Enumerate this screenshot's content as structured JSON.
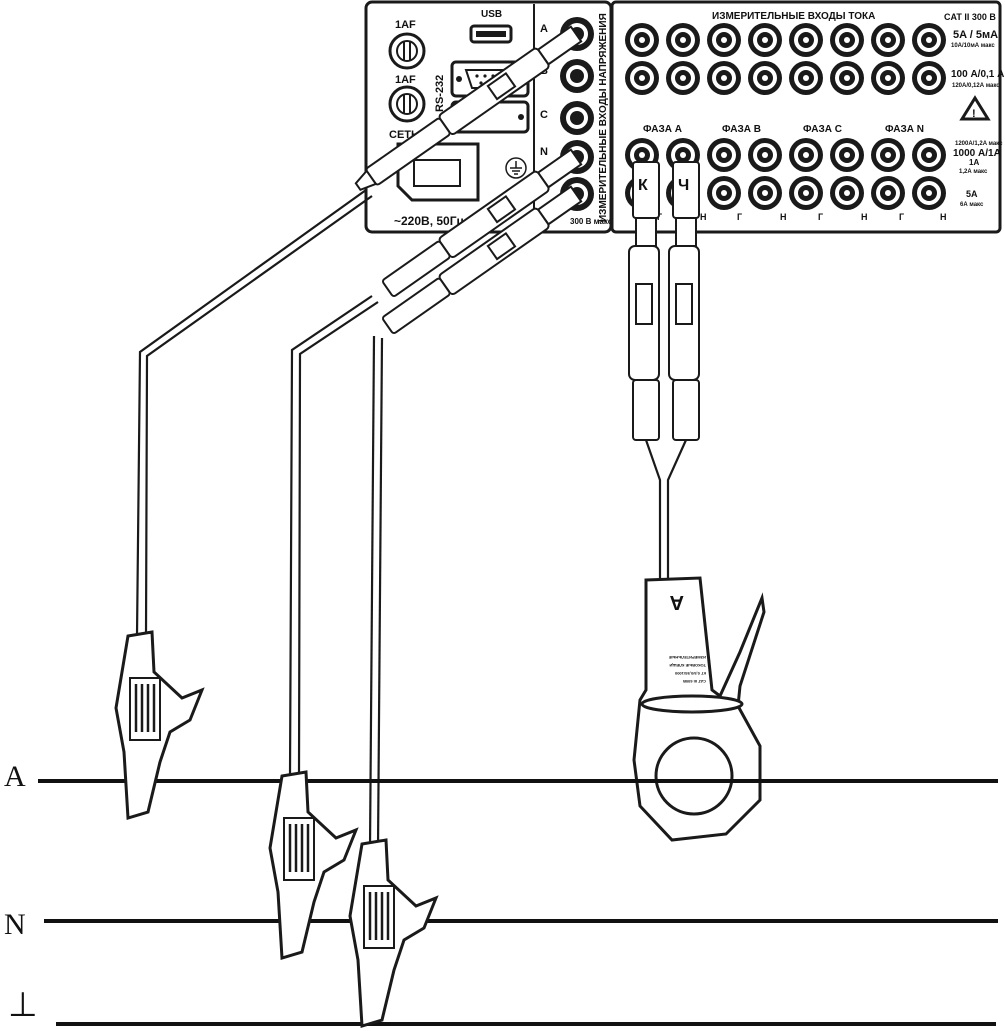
{
  "panel": {
    "fuse1_label": "1AF",
    "fuse2_label": "1AF",
    "mains_label": "СЕТЬ",
    "usb_label": "USB",
    "rs232_label": "RS-232",
    "rs485_label": "485",
    "power_label": "~220В, 50Гц,",
    "voltage_inputs_title": "ИЗМЕРИТЕЛЬНЫЕ ВХОДЫ НАПРЯЖЕНИЯ",
    "voltage_jacks": [
      "A",
      "B",
      "C",
      "N"
    ],
    "voltage_max": "300 В макс",
    "current_inputs_title": "ИЗМЕРИТЕЛЬНЫЕ ВХОДЫ ТОКА",
    "cat_rating": "CAT II 300 В",
    "range_5a_5ma": "5A / 5мА",
    "range_5a_5ma_max": "10A/10мА макс",
    "range_100a": "100 А/0,1 А",
    "range_100a_max": "120А/0,12А макс",
    "range_1000a_a": "1200A/1,2A макс",
    "range_1000a": "1000 А/1А",
    "range_1a": "1А",
    "range_1a_max": "1,2А макс",
    "range_5a": "5А",
    "range_5a_max": "6А макс",
    "phase_labels": [
      "ФАЗА A",
      "ФАЗА B",
      "ФАЗА C",
      "ФАЗА N"
    ],
    "terminal_g": "Г",
    "terminal_n": "Н"
  },
  "connectors": {
    "current_k": "К",
    "current_ch": "Ч"
  },
  "clamp": {
    "letter": "A",
    "text_lines": [
      "CAT III 600B",
      "КТ 0,5/0,5S/1000",
      "ТОКОВЫЕ КЛЕЩИ",
      "ИЗМЕРИТЕЛЬНЫЕ"
    ]
  },
  "lines": {
    "phase_a": "A",
    "neutral": "N",
    "ground": "⊥"
  },
  "colors": {
    "ink": "#1a1a1a",
    "paper": "#ffffff"
  }
}
